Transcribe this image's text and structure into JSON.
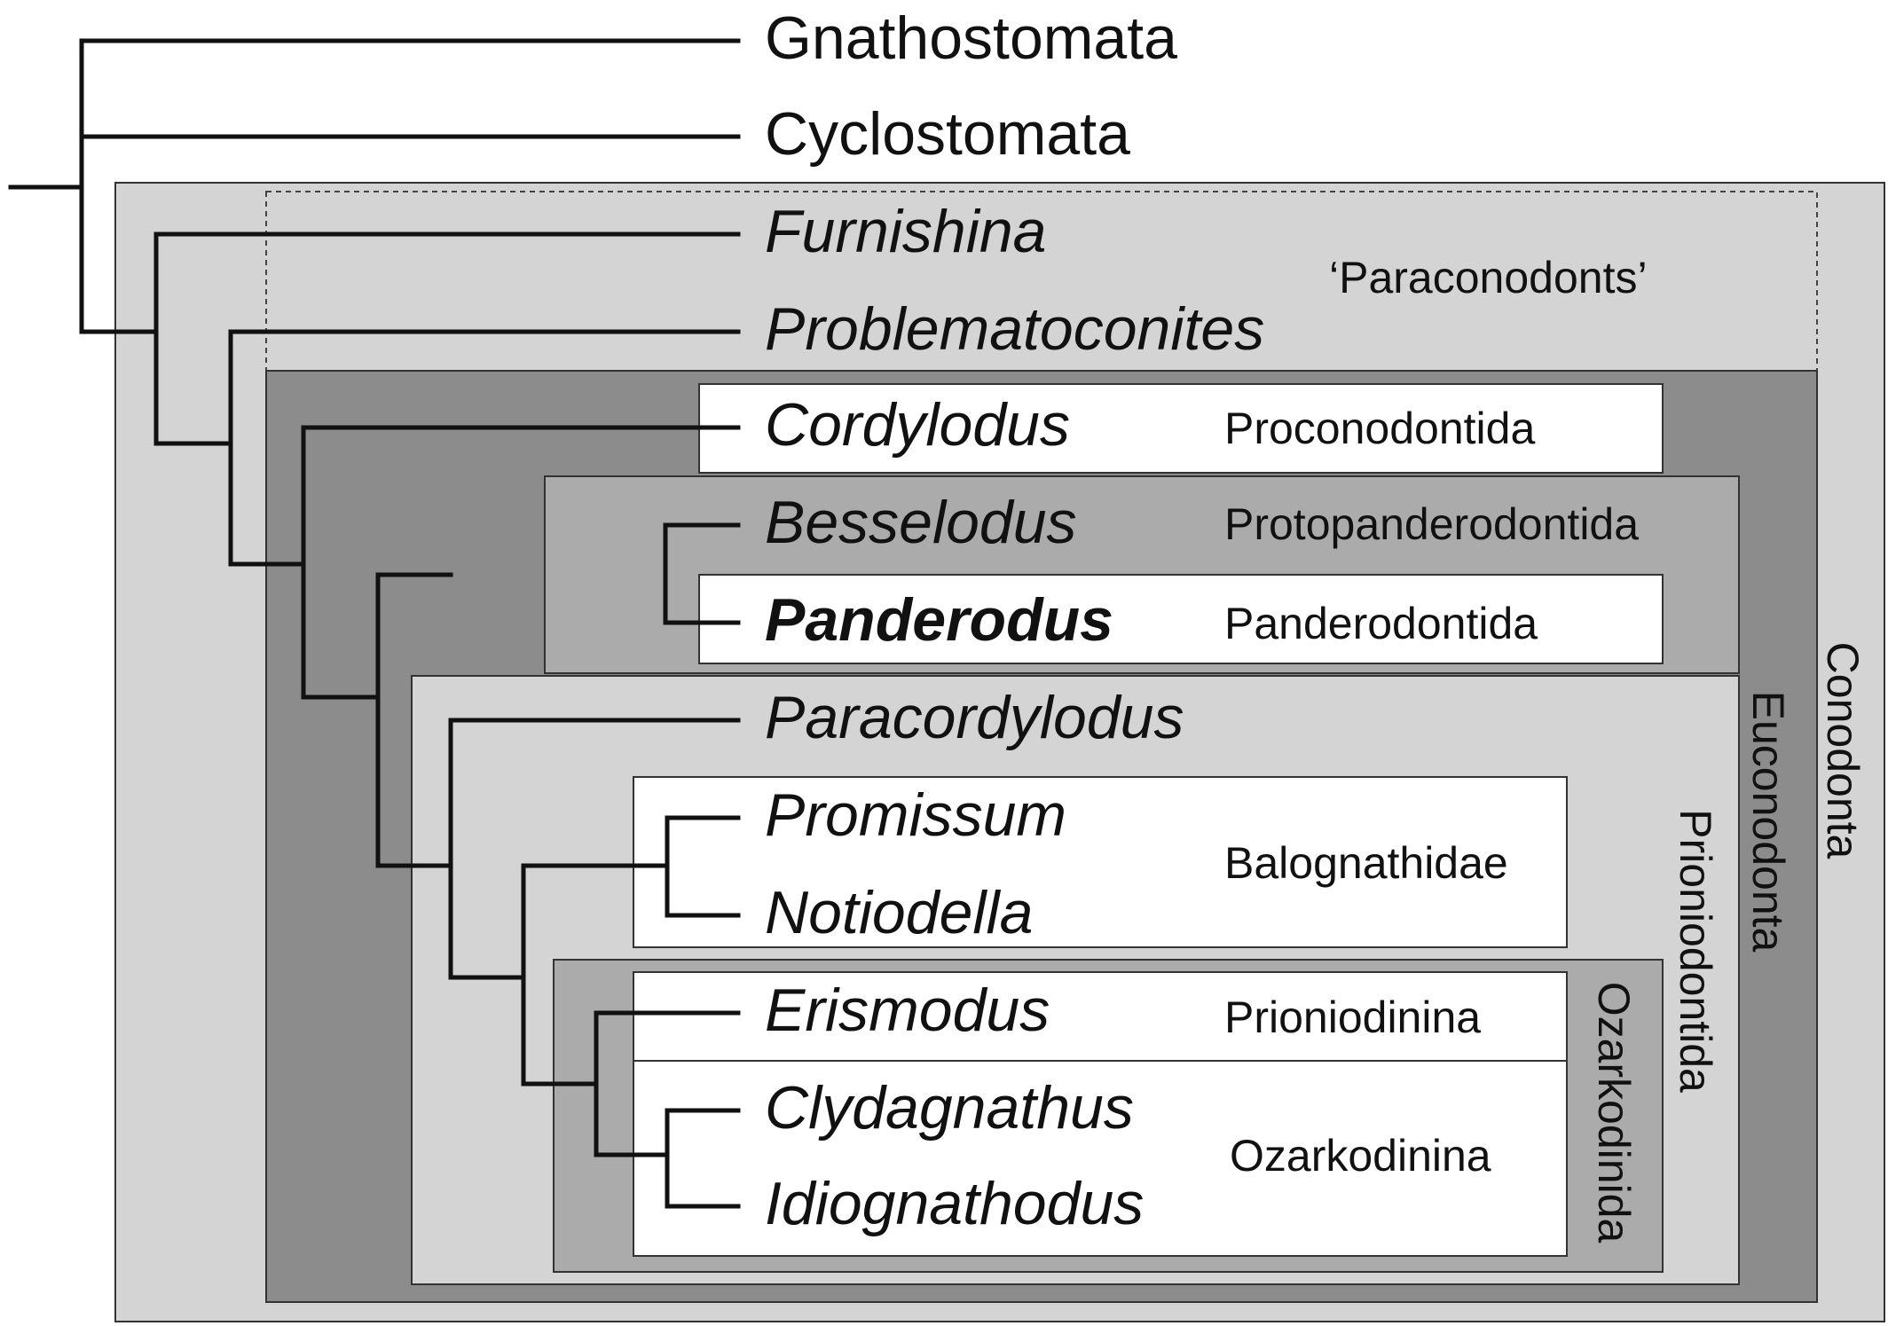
{
  "colors": {
    "conodonta_box": "#d4d4d4",
    "euconodonta_box": "#8c8c8c",
    "mid_grey_box": "#ababab",
    "prioniodontida_box": "#d4d4d4",
    "white_box": "#ffffff",
    "line": "#111111"
  },
  "taxa": {
    "gnathostomata": "Gnathostomata",
    "cyclostomata": "Cyclostomata",
    "furnishina": "Furnishina",
    "problematoconites": "Problematoconites",
    "cordylodus": "Cordylodus",
    "besselodus": "Besselodus",
    "panderodus": "Panderodus",
    "paracordylodus": "Paracordylodus",
    "promissum": "Promissum",
    "notiodella": "Notiodella",
    "erismodus": "Erismodus",
    "clydagnathus": "Clydagnathus",
    "idiognathodus": "Idiognathodus"
  },
  "groups": {
    "paraconodonts": "‘Paraconodonts’",
    "proconodontida": "Proconodontida",
    "protopanderodontida": "Protopanderodontida",
    "panderodontida": "Panderodontida",
    "balognathidae": "Balognathidae",
    "prioniodinina": "Prioniodinina",
    "ozarkodinina": "Ozarkodinina",
    "conodonta": "Conodonta",
    "euconodonta": "Euconodonta",
    "prioniodontida": "Prioniodontida",
    "ozarkodinida": "Ozarkodinida"
  }
}
